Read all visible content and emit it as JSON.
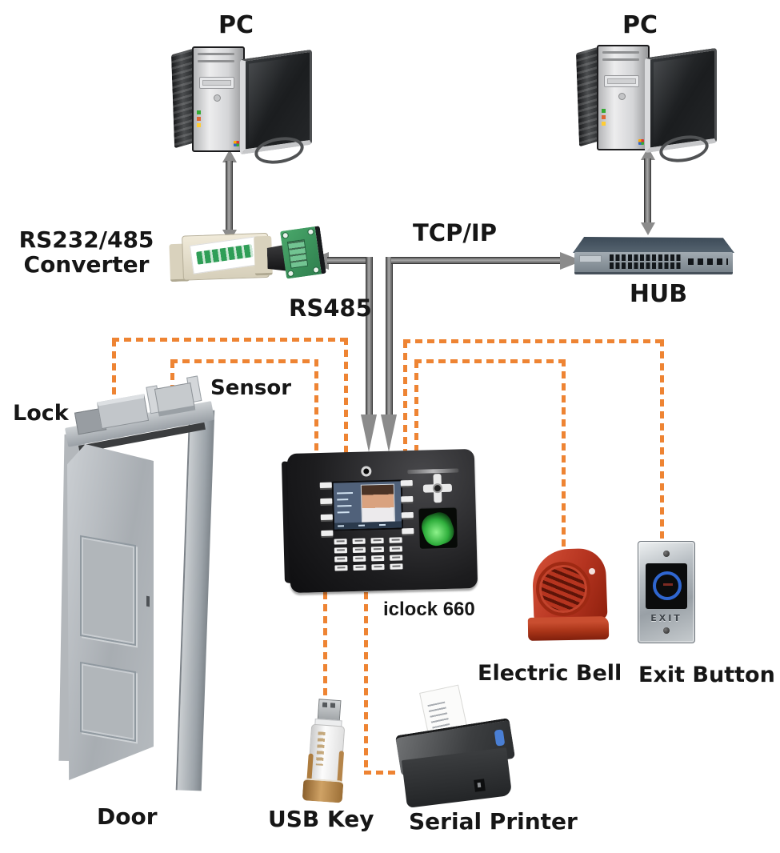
{
  "nodes": {
    "pc_left": {
      "label": "PC"
    },
    "pc_right": {
      "label": "PC"
    },
    "converter": {
      "label_line1": "RS232/485",
      "label_line2": "Converter"
    },
    "hub": {
      "label": "HUB"
    },
    "device": {
      "label": "iclock 660"
    },
    "lock": {
      "label": "Lock"
    },
    "sensor": {
      "label": "Sensor"
    },
    "door": {
      "label": "Door"
    },
    "bell": {
      "label": "Electric Bell"
    },
    "exit_button": {
      "label": "Exit Button",
      "face_text": "EXIT"
    },
    "usb": {
      "label": "USB Key"
    },
    "printer": {
      "label": "Serial Printer"
    }
  },
  "edge_labels": {
    "tcpip": "TCP/IP",
    "rs485": "RS485"
  },
  "connections": [
    {
      "from": "pc_left",
      "to": "converter",
      "style": "gray-double-arrow"
    },
    {
      "from": "pc_right",
      "to": "hub",
      "style": "gray-double-arrow"
    },
    {
      "from": "device",
      "to": "converter",
      "style": "gray-elbow-arrow",
      "label": "RS485"
    },
    {
      "from": "device",
      "to": "hub",
      "style": "gray-elbow-arrow",
      "label": "TCP/IP"
    },
    {
      "from": "device",
      "to": "lock",
      "style": "orange-dashed"
    },
    {
      "from": "device",
      "to": "sensor",
      "style": "orange-dashed"
    },
    {
      "from": "device",
      "to": "bell",
      "style": "orange-dashed"
    },
    {
      "from": "device",
      "to": "exit_button",
      "style": "orange-dashed"
    },
    {
      "from": "device",
      "to": "usb",
      "style": "orange-dashed"
    },
    {
      "from": "device",
      "to": "printer",
      "style": "orange-dashed"
    }
  ],
  "colors": {
    "dashed_wire_orange": "#EE8433",
    "arrow_gray": "#8B8B8B",
    "label_text": "#161616",
    "bell_red": "#B53420",
    "fingerprint_green": "#2FAE3C",
    "exit_ring_blue": "#2F66D0",
    "hub_chassis": "#46505A"
  }
}
